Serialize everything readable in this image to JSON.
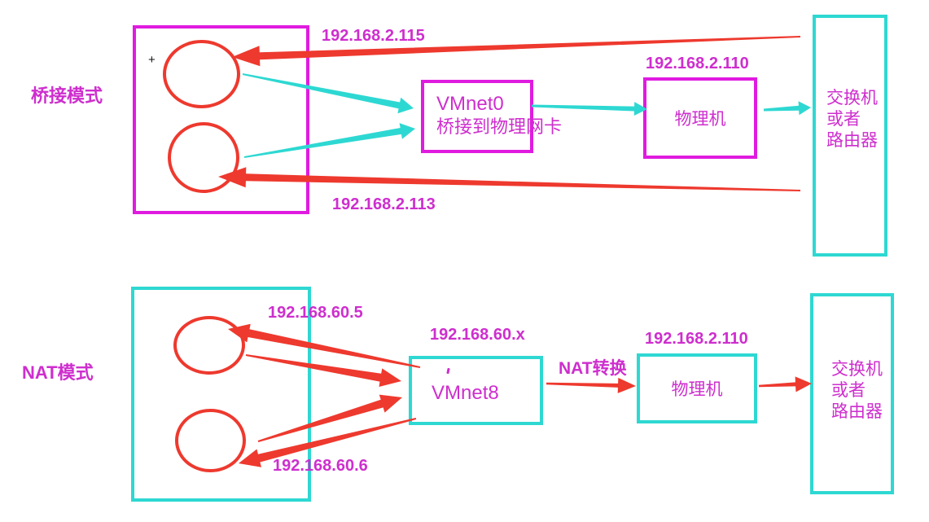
{
  "colors": {
    "background": "#FFFFFF",
    "magenta": "#E01BE0",
    "magenta_text": "#CE2ECE",
    "red": "#EE392E",
    "cyan": "#2ED8D2"
  },
  "bridge": {
    "mode_label": "桥接模式",
    "cursor_mark": "+",
    "ip_vm_top": "192.168.2.115",
    "ip_vm_bottom": "192.168.2.113",
    "vmnet_box": {
      "title": "VMnet0",
      "subtitle": "桥接到物理网卡"
    },
    "host_ip": "192.168.2.110",
    "host_label": "物理机",
    "switch_lines": [
      "交换机",
      "或者",
      "路由器"
    ]
  },
  "nat": {
    "mode_label": "NAT模式",
    "ip_vm_top": "192.168.60.5",
    "ip_vm_bottom": "192.168.60.6",
    "subnet_label": "192.168.60.x",
    "vmnet_box": {
      "title": "VMnet8"
    },
    "nat_label": "NAT转换",
    "host_ip": "192.168.2.110",
    "host_label": "物理机",
    "switch_lines": [
      "交换机",
      "或者",
      "路由器"
    ]
  },
  "edges": [
    {
      "id": "bridge-switch-to-vm1",
      "color": "red",
      "from": "switch-or-router",
      "to": "vm-top"
    },
    {
      "id": "bridge-switch-to-vm2",
      "color": "red",
      "from": "switch-or-router",
      "to": "vm-bottom"
    },
    {
      "id": "bridge-vm1-to-vmnet0",
      "color": "cyan",
      "from": "vm-top",
      "to": "vmnet0"
    },
    {
      "id": "bridge-vm2-to-vmnet0",
      "color": "cyan",
      "from": "vm-bottom",
      "to": "vmnet0"
    },
    {
      "id": "bridge-vmnet0-to-host",
      "color": "cyan",
      "from": "vmnet0",
      "to": "host"
    },
    {
      "id": "bridge-host-to-switch",
      "color": "cyan",
      "from": "host",
      "to": "switch-or-router"
    },
    {
      "id": "nat-vmnet8-to-vm1",
      "color": "red",
      "from": "vmnet8",
      "to": "vm-top"
    },
    {
      "id": "nat-vm1-to-vmnet8",
      "color": "red",
      "from": "vm-top",
      "to": "vmnet8"
    },
    {
      "id": "nat-vmnet8-to-vm2",
      "color": "red",
      "from": "vmnet8",
      "to": "vm-bottom"
    },
    {
      "id": "nat-vm2-to-vmnet8",
      "color": "red",
      "from": "vm-bottom",
      "to": "vmnet8"
    },
    {
      "id": "nat-vmnet8-to-host",
      "color": "red",
      "from": "vmnet8",
      "to": "host"
    },
    {
      "id": "nat-host-to-switch",
      "color": "red",
      "from": "host",
      "to": "switch-or-router"
    }
  ]
}
